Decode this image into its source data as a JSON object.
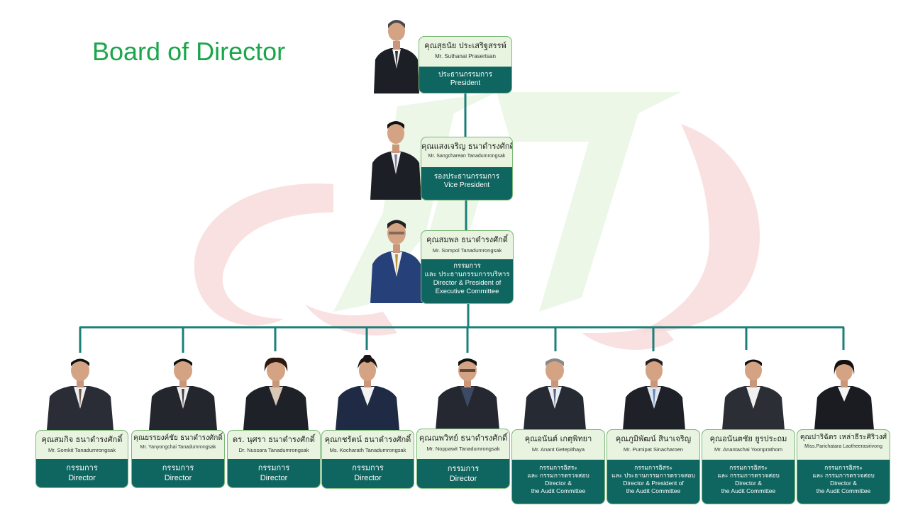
{
  "title": "Board of Director",
  "colors": {
    "accent": "#1aa64a",
    "teal": "#0f6660",
    "line": "#1b7f7a",
    "name_bg": "#e8f4df"
  },
  "top": [
    {
      "name_th": "คุณสุธนัย ประเสริฐสรรพ์",
      "name_en": "Mr. Suthanai Prasertsan",
      "role": [
        "ประธานกรรมการ",
        "President"
      ]
    },
    {
      "name_th": "คุณแสงเจริญ ธนาดำรงศักดิ์",
      "name_en": "Mr. Sangcharean Tanadumrongsak",
      "role": [
        "รองประธานกรรมการ",
        "Vice President"
      ]
    },
    {
      "name_th": "คุณสมพล ธนาดำรงศักดิ์",
      "name_en": "Mr. Sompol Tanadumrongsak",
      "role": [
        "กรรมการ",
        "และ ประธานกรรมการบริหาร",
        "Director & President of",
        "Executive Committee"
      ]
    }
  ],
  "directors": [
    {
      "name_th": "คุณสมกิจ ธนาดำรงศักดิ์",
      "name_en": "Mr. Somkit Tanadumrongsak",
      "role": [
        "กรรมการ",
        "Director"
      ]
    },
    {
      "name_th": "คุณยรรยงค์ชัย ธนาดำรงศักดิ์",
      "name_en": "Mr. Yanyongchai Tanadumrongsak",
      "role": [
        "กรรมการ",
        "Director"
      ]
    },
    {
      "name_th": "ดร. นุศรา ธนาดำรงศักดิ์",
      "name_en": "Dr. Nussara Tanadumrongsak",
      "role": [
        "กรรมการ",
        "Director"
      ]
    },
    {
      "name_th": "คุณกชรัตน์ ธนาดำรงศักดิ์",
      "name_en": "Ms. Kocharath Tanadumrongsak",
      "role": [
        "กรรมการ",
        "Director"
      ]
    },
    {
      "name_th": "คุณณพวิทย์ ธนาดำรงศักดิ์",
      "name_en": "Mr. Noppawit Tanadumrongsak",
      "role": [
        "กรรมการ",
        "Director"
      ]
    },
    {
      "name_th": "คุณอนันต์ เกตุพิทยา",
      "name_en": "Mr. Anant Getepithaya",
      "role": [
        "กรรมการอิสระ",
        "และ กรรมการตรวจสอบ",
        "Director &",
        "the Audit Committee"
      ]
    },
    {
      "name_th": "คุณภูมิพัฒน์ สินาเจริญ",
      "name_en": "Mr. Pumipat Sinacharoen",
      "role": [
        "กรรมการอิสระ",
        "และ ประธานกรรมการตรวจสอบ",
        "Director & President of",
        "the Audit Committee"
      ]
    },
    {
      "name_th": "คุณอนันตชัย ยูรประถม",
      "name_en": "Mr. Anantachai Yoonprathom",
      "role": [
        "กรรมการอิสระ",
        "และ กรรมการตรวจสอบ",
        "Director &",
        "the Audit Committee"
      ]
    },
    {
      "name_th": "คุณปาริฉัตร เหล่าธีระศิริวงศ์",
      "name_en": "Miss.Parichatara Laotheerasirivong",
      "role": [
        "กรรมการอิสระ",
        "และ กรรมการตรวจสอบ",
        "Director &",
        "the Audit Committee"
      ]
    }
  ]
}
